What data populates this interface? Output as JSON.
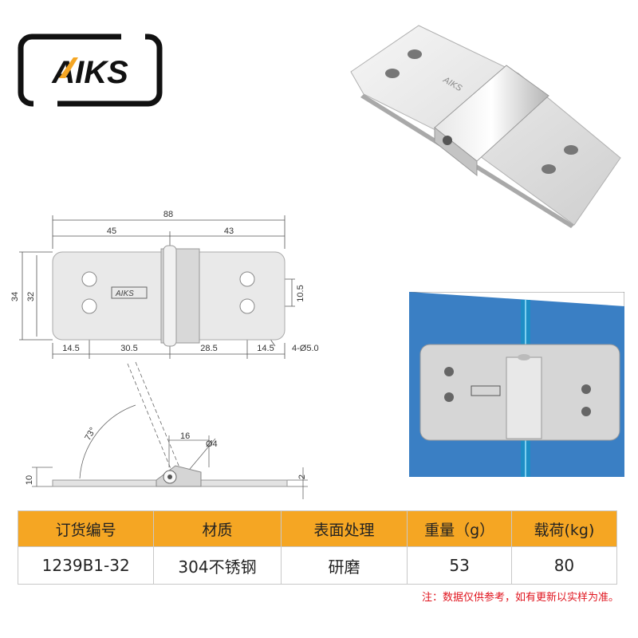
{
  "brand": {
    "logo_text": "AIKS",
    "accent": "#f5a623"
  },
  "drawing": {
    "dims": {
      "total_length": "88",
      "left_length": "45",
      "right_length": "43",
      "outer_height": "34",
      "inner_height": "32",
      "hole_spacing": "10.5",
      "edge_left": "14.5",
      "span_left": "30.5",
      "span_right": "28.5",
      "edge_right": "14.5",
      "holes": "4-Ø5.0",
      "angle": "73°",
      "knuckle_offset": "16",
      "pin_diameter": "Ø4",
      "side_height": "10",
      "thickness": "2"
    }
  },
  "table": {
    "headers": [
      "订货编号",
      "材质",
      "表面处理",
      "重量（g）",
      "载荷(kg)"
    ],
    "row": [
      "1239B1-32",
      "304不锈钢",
      "研磨",
      "53",
      "80"
    ]
  },
  "note": "注：数据仅供参考，如有更新以实样为准。",
  "colors": {
    "header_bg": "#f5a623",
    "note_red": "#e0141e",
    "door_blue": "#3a7fc4"
  }
}
